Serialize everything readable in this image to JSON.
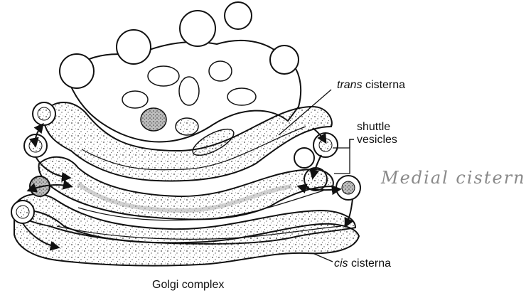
{
  "labels": {
    "trans_italic": "trans",
    "trans_rest": " cisterna",
    "shuttle_line1": "shuttle",
    "shuttle_line2": "vesicles",
    "cis_italic": "cis",
    "cis_rest": " cisterna",
    "caption": "Golgi complex"
  },
  "annotation": {
    "handwritten": "Medial cisterna"
  },
  "colors": {
    "ink": "#111111",
    "stipple": "#555555",
    "shading": "#9a9a9a",
    "handwriting": "#8a8a8a"
  }
}
